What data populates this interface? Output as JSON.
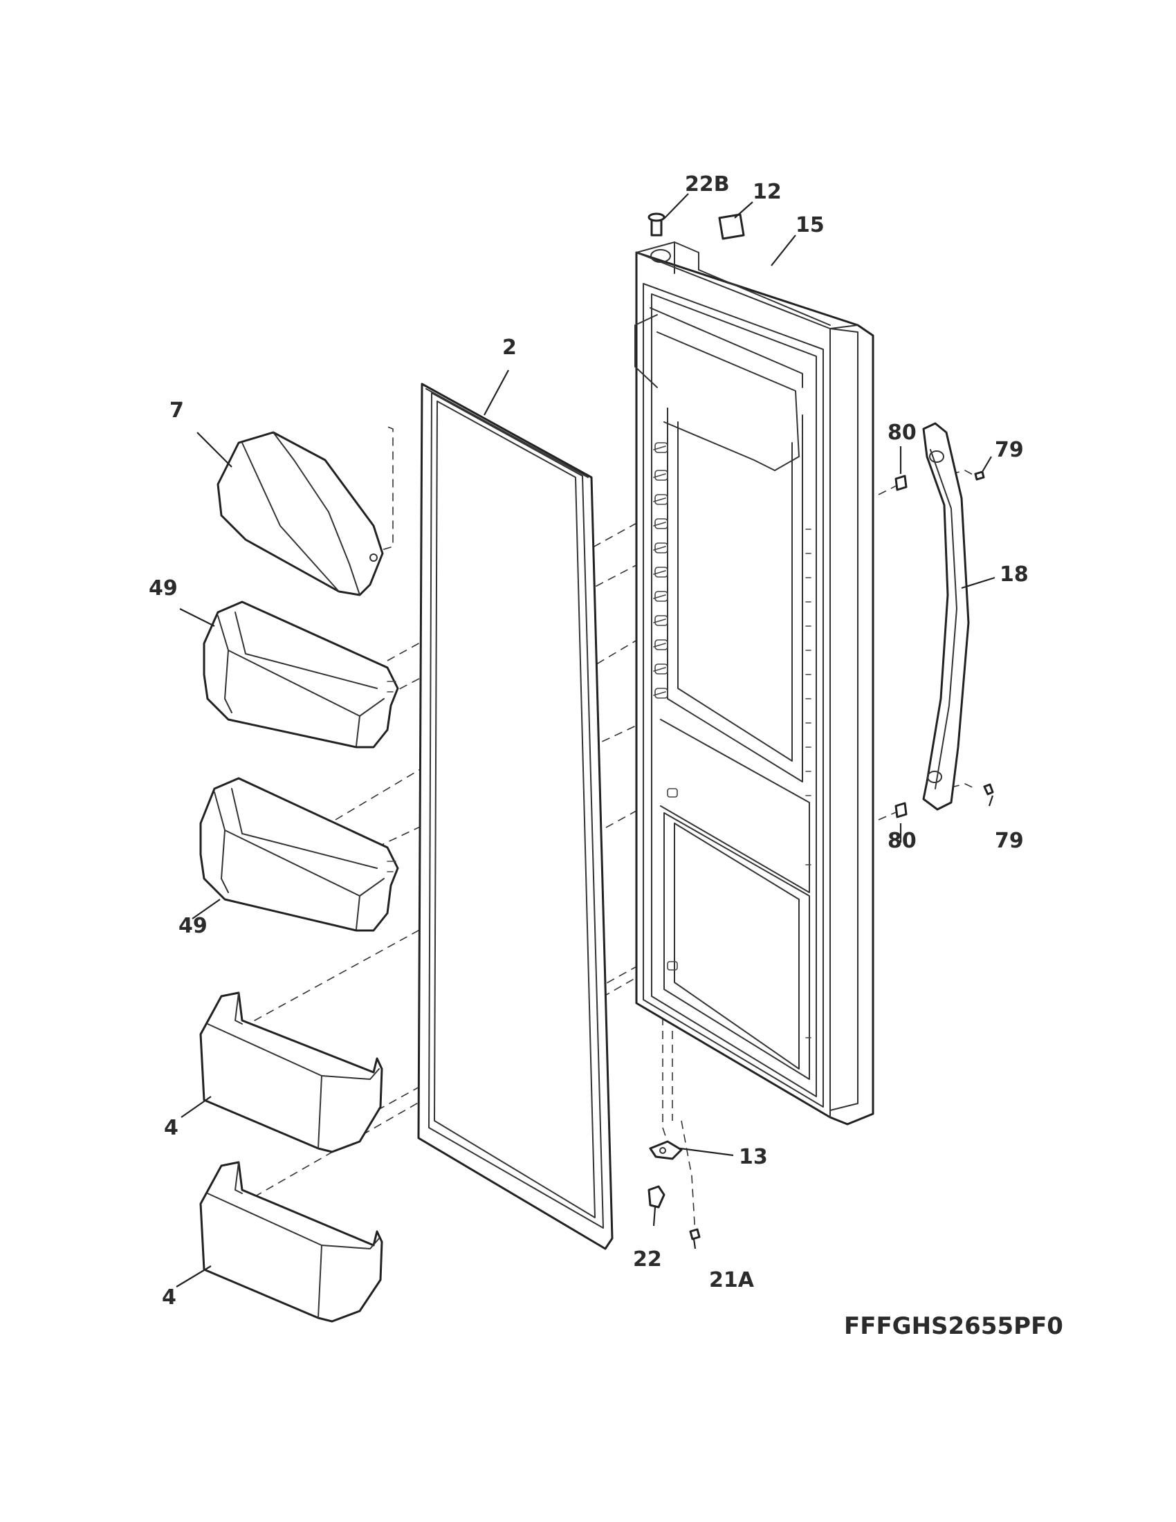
{
  "callouts": {
    "c22b": "22B",
    "c12": "12",
    "c15": "15",
    "c2": "2",
    "c7": "7",
    "c49a": "49",
    "c49b": "49",
    "c4a": "4",
    "c4b": "4",
    "c80a": "80",
    "c80b": "80",
    "c79a": "79",
    "c79b": "79",
    "c18": "18",
    "c13": "13",
    "c22": "22",
    "c21a": "21A"
  },
  "model_number": "FFFGHS2655PF0"
}
